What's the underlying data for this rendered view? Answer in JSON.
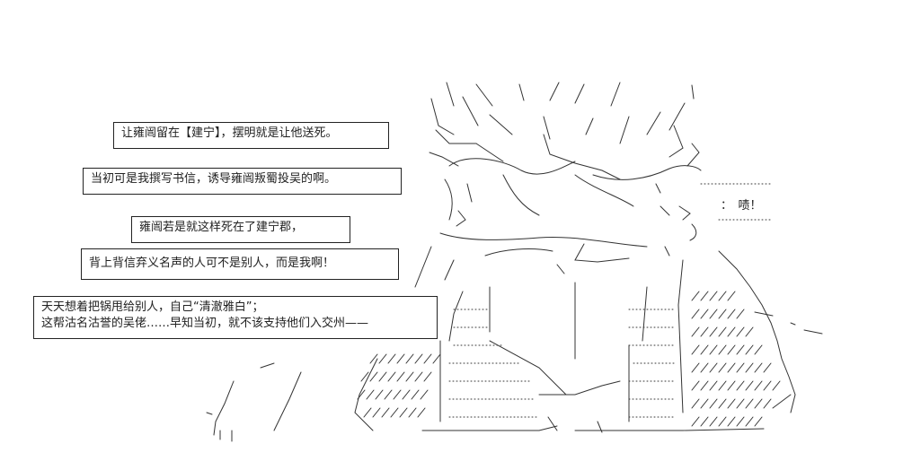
{
  "dialogue": [
    {
      "id": "b1",
      "lines": [
        "让雍闿留在【建宁】，摆明就是让他送死。"
      ]
    },
    {
      "id": "b2",
      "lines": [
        "当初可是我撰写书信，诱导雍闿叛蜀投吴的啊。"
      ]
    },
    {
      "id": "b3",
      "lines": [
        "雍闿若是就这样死在了建宁郡，"
      ]
    },
    {
      "id": "b4",
      "lines": [
        "背上背信弃义名声的人可不是别人，而是我啊！"
      ]
    },
    {
      "id": "b5",
      "lines": [
        "天天想着把锅甩给别人，自己“清澈雅白”；",
        "这帮沽名沽誉的吴佬……早知当初，就不该支持他们入交州——"
      ]
    }
  ],
  "sound_effect": "：　啧！"
}
